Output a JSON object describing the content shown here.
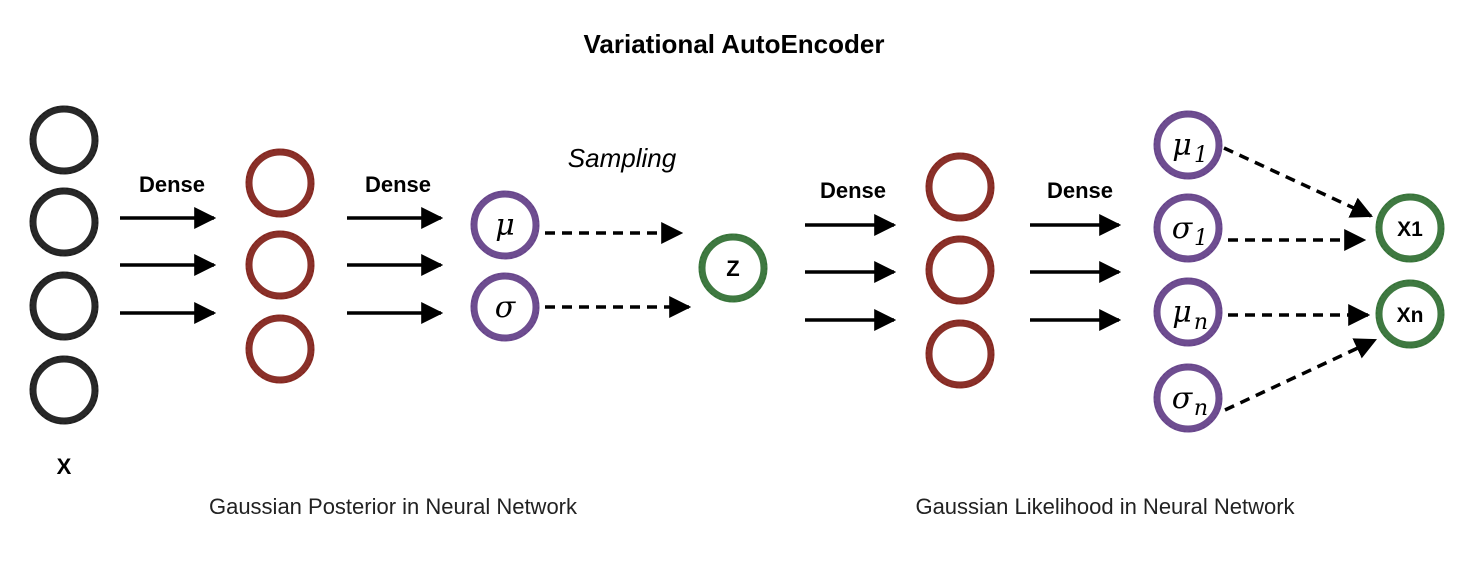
{
  "title": "Variational AutoEncoder",
  "colors": {
    "input": "#111111",
    "hidden": "#7d1a12",
    "param": "#5e3a84",
    "output": "#2a6a2c",
    "arrow": "#000000"
  },
  "labels": {
    "dense": [
      "Dense",
      "Dense",
      "Dense",
      "Dense"
    ],
    "sampling": "Sampling",
    "input": "X",
    "encoder_caption": "Gaussian Posterior in Neural Network",
    "decoder_caption": "Gaussian Likelihood in Neural Network"
  },
  "nodes": {
    "encoder_params": [
      {
        "sym": "μ",
        "sub": ""
      },
      {
        "sym": "σ",
        "sub": ""
      }
    ],
    "latent": "Z",
    "decoder_params": [
      {
        "sym": "μ",
        "sub": "1"
      },
      {
        "sym": "σ",
        "sub": "1"
      },
      {
        "sym": "μ",
        "sub": "n"
      },
      {
        "sym": "σ",
        "sub": "n"
      }
    ],
    "outputs": [
      "X1",
      "Xn"
    ]
  }
}
